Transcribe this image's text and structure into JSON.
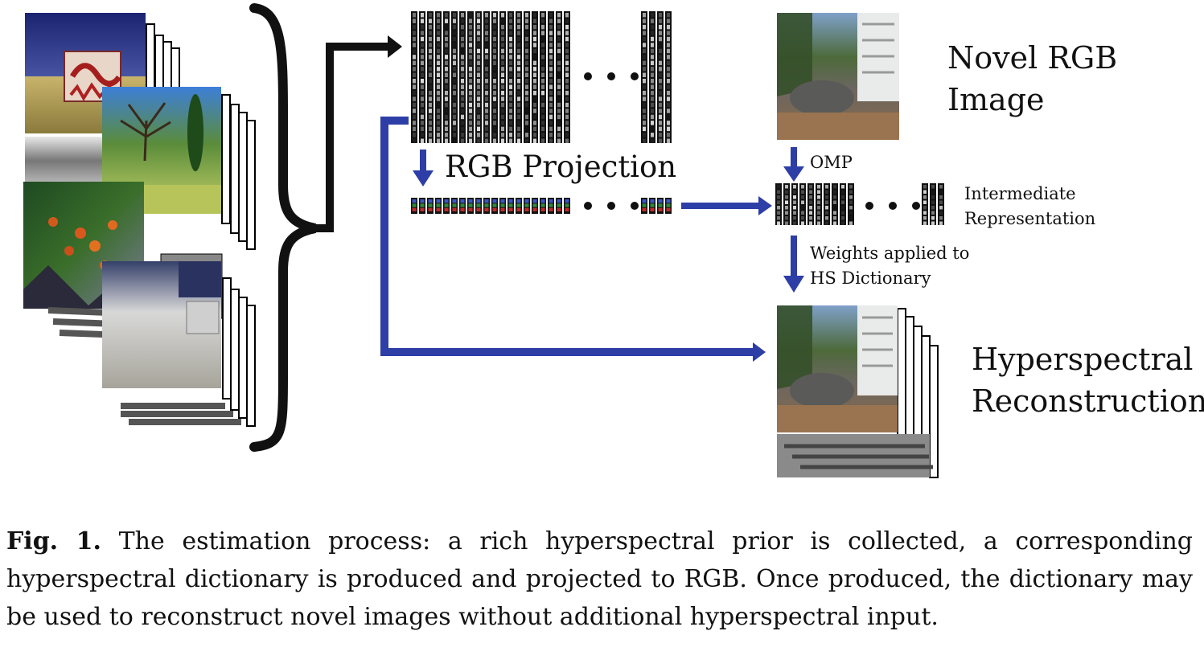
{
  "labels": {
    "rgb_projection": "RGB Projection",
    "novel_rgb_image": [
      "Novel RGB",
      "Image"
    ],
    "omp": "OMP",
    "intermediate_representation": [
      "Intermediate",
      "Representation"
    ],
    "weights_applied": [
      "Weights applied to",
      "HS Dictionary"
    ],
    "hyperspectral_reconstruction": [
      "Hyperspectral",
      "Reconstruction"
    ]
  },
  "caption": {
    "fig_label": "Fig. 1.",
    "text": "The estimation process: a rich hyperspectral prior is collected, a corresponding hyperspectral dictionary is produced and projected to RGB. Once produced, the dictionary may be used to reconstruct novel images without additional hyperspectral input."
  },
  "colors": {
    "arrow_blue": "#2d3ea6",
    "arrow_black": "#111111"
  }
}
